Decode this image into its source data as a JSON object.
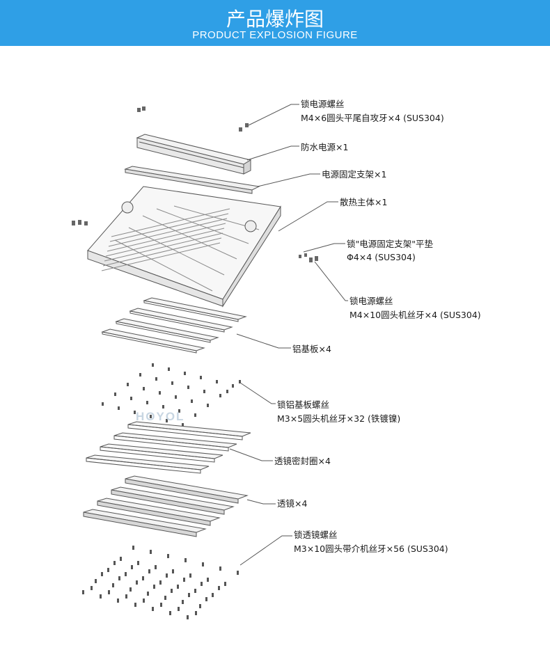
{
  "header": {
    "title": "产品爆炸图",
    "subtitle": "PRODUCT EXPLOSION FIGURE"
  },
  "watermark": "HOYOL",
  "colors": {
    "banner": "#2f9fe6",
    "line": "#555555"
  },
  "parts": [
    {
      "line1": "锁电源螺丝",
      "line2": "M4×6圆头平尾自攻牙×4 (SUS304)"
    },
    {
      "line1": "防水电源×1"
    },
    {
      "line1": "电源固定支架×1"
    },
    {
      "line1": "散热主体×1"
    },
    {
      "line1": "锁\"电源固定支架\"平垫",
      "line2": "Φ4×4 (SUS304)"
    },
    {
      "line1": "锁电源螺丝",
      "line2": "M4×10圆头机丝牙×4 (SUS304)"
    },
    {
      "line1": "铝基板×4"
    },
    {
      "line1": "锁铝基板螺丝",
      "line2": "M3×5圆头机丝牙×32 (铁镀镍)"
    },
    {
      "line1": "透镜密封圈×4"
    },
    {
      "line1": "透镜×4"
    },
    {
      "line1": "锁透镜螺丝",
      "line2": "M3×10圆头带介机丝牙×56 (SUS304)"
    }
  ]
}
